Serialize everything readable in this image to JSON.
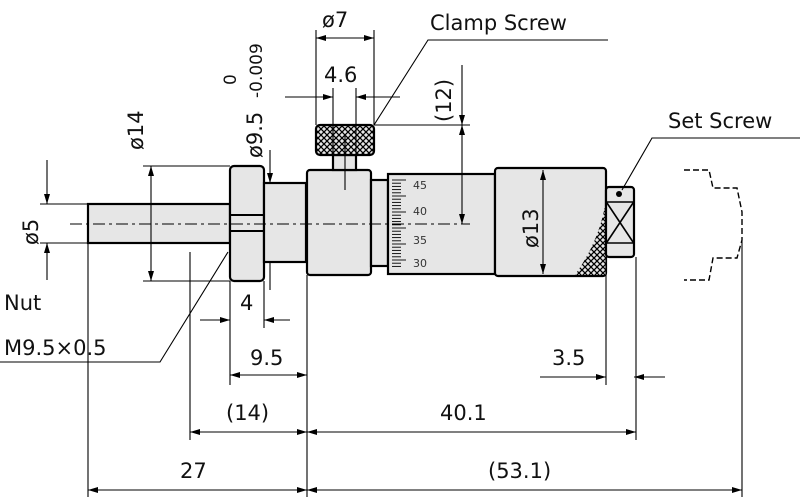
{
  "labels": {
    "clamp_screw": "Clamp Screw",
    "set_screw": "Set Screw",
    "nut": "Nut",
    "nut_spec": "M9.5×0.5"
  },
  "dimensions": {
    "d7": "ø7",
    "d4_6": "4.6",
    "d12": "(12)",
    "d9_5": "ø9.5",
    "d9_5_tol_lower": "-0.009",
    "d9_5_tol_upper": "0",
    "d14": "ø14",
    "d5": "ø5",
    "d13": "ø13",
    "l4": "4",
    "l9_5": "9.5",
    "l14": "(14)",
    "l40_1": "40.1",
    "l27": "27",
    "l53_1": "(53.1)",
    "l3_5": "3.5"
  },
  "scale": [
    "45",
    "40",
    "35",
    "30"
  ]
}
